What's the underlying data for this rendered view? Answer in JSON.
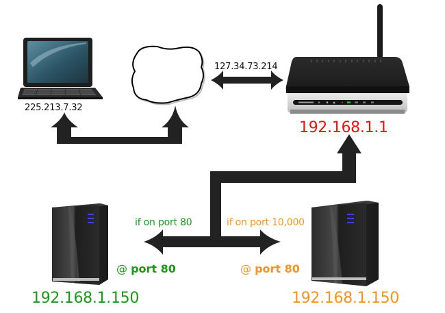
{
  "colors": {
    "arrow": "#222222",
    "green": "#1a9a1a",
    "orange": "#f7941d",
    "red": "#ee1111",
    "text": "#111111"
  },
  "nodes": {
    "laptop": {
      "icon": "laptop-icon",
      "ip": "225.213.7.32"
    },
    "internet": {
      "icon": "cloud-icon"
    },
    "router": {
      "icon": "wireless-router-icon",
      "ip": "192.168.1.1",
      "wan_ip": "127.34.73.214"
    },
    "server_left": {
      "icon": "server-tower-icon",
      "ip": "192.168.1.150",
      "port_at": "@",
      "port_label": "port 80",
      "condition": "if on port 80"
    },
    "server_right": {
      "icon": "server-tower-icon",
      "ip": "192.168.1.150",
      "port_at": "@",
      "port_label": "port 80",
      "condition": "if on port 10,000"
    }
  }
}
